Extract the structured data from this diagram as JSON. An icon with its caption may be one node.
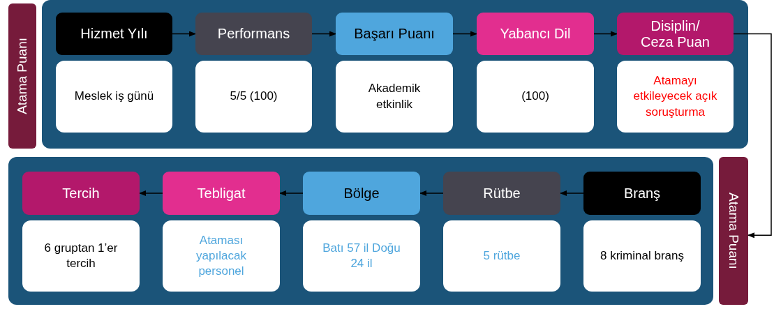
{
  "diagram": {
    "nodes": [
      {
        "text": [
          "Atama Puanı"
        ]
      },
      {
        "text": [],
        "shape": "box"
      },
      {
        "text": [
          "Hizmet Yılı"
        ],
        "in": 1
      },
      {
        "text": [
          "Performans"
        ],
        "in": 1
      },
      {
        "text": [
          "Başarı Puanı"
        ],
        "in": 1
      },
      {
        "text": [
          "Yabancı Dil"
        ],
        "in": 1
      },
      {
        "text": [
          "Disiplin/ Ceza Puan"
        ],
        "in": 1
      },
      {
        "text": [
          "Meslek iş günü"
        ],
        "in": 1
      },
      {
        "text": [
          "5/5 (100)"
        ],
        "in": 1
      },
      {
        "text": [
          "Akademik etkinlik"
        ],
        "in": 1
      },
      {
        "text": [
          "(100)"
        ],
        "in": 1
      },
      {
        "text": [
          "Atamayı etkileyecek açık soruşturma"
        ],
        "in": 1
      },
      {
        "text": [],
        "shape": "box"
      },
      {
        "text": [
          "Tercih"
        ],
        "in": 12
      },
      {
        "text": [
          "Tebligat"
        ],
        "in": 12
      },
      {
        "text": [
          "Bölge"
        ],
        "in": 12
      },
      {
        "text": [
          "Rütbe"
        ],
        "in": 12
      },
      {
        "text": [
          "Branş"
        ],
        "in": 12
      },
      {
        "text": [
          "6 gruptan 1’er tercih"
        ],
        "in": 12
      },
      {
        "text": [
          "Ataması yapılacak personel"
        ],
        "in": 12
      },
      {
        "text": [
          "Batı 57 il Doğu 24 il"
        ],
        "in": 12
      },
      {
        "text": [
          "5 rütbe"
        ],
        "in": 12
      },
      {
        "text": [
          "8 kriminal branş"
        ],
        "in": 12
      },
      {
        "text": [
          "Atama Puanı"
        ]
      }
    ],
    "edges": [
      {
        "from": 2,
        "to": 3,
        "arrow": "to"
      },
      {
        "from": 3,
        "to": 4,
        "arrow": "to"
      },
      {
        "from": 4,
        "to": 5,
        "arrow": "to"
      },
      {
        "from": 5,
        "to": 6,
        "arrow": "to"
      },
      {
        "from": 6,
        "to": 23,
        "arrow": "to"
      },
      {
        "from": 17,
        "to": 16,
        "arrow": "to"
      },
      {
        "from": 16,
        "to": 15,
        "arrow": "to"
      },
      {
        "from": 15,
        "to": 14,
        "arrow": "to"
      },
      {
        "from": 14,
        "to": 13,
        "arrow": "to"
      }
    ]
  }
}
